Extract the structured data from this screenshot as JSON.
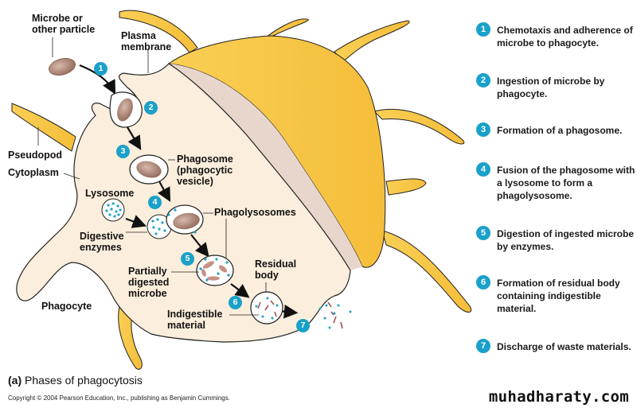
{
  "diagram": {
    "title_prefix": "(a)",
    "title": "Phases of phagocytosis",
    "labels": {
      "microbe": "Microbe or\nother particle",
      "plasma_membrane": "Plasma\nmembrane",
      "pseudopod": "Pseudopod",
      "cytoplasm": "Cytoplasm",
      "phagosome": "Phagosome\n(phagocytic\nvesicle)",
      "lysosome": "Lysosome",
      "phagolysosomes": "Phagolysosomes",
      "digestive_enzymes": "Digestive\nenzymes",
      "partially_digested": "Partially\ndigested\nmicrobe",
      "residual_body": "Residual\nbody",
      "indigestible": "Indigestible\nmaterial",
      "phagocyte": "Phagocyte"
    },
    "diagram_badges": [
      "1",
      "2",
      "3",
      "4",
      "5",
      "6",
      "7"
    ],
    "steps": [
      {
        "number": "1",
        "text": "Chemotaxis and adherence of microbe to phagocyte."
      },
      {
        "number": "2",
        "text": "Ingestion of microbe by phagocyte."
      },
      {
        "number": "3",
        "text": "Formation of a phagosome."
      },
      {
        "number": "4",
        "text": "Fusion of the phagosome with a lysosome to form a phagolysosome."
      },
      {
        "number": "5",
        "text": "Digestion of ingested microbe by enzymes."
      },
      {
        "number": "6",
        "text": "Formation of residual body containing indigestible material."
      },
      {
        "number": "7",
        "text": "Discharge of waste materials."
      }
    ],
    "colors": {
      "cytoplasm": "#fbeedc",
      "cell_surface": "#f7c546",
      "cut_face": "#e8d6cc",
      "badge": "#1aa1c9",
      "microbe": "#a57b6c",
      "enzyme_dot": "#1fa3c4"
    }
  },
  "footer": {
    "copyright": "Copyright © 2004 Pearson Education, Inc., publishing as Benjamin Cummings.",
    "watermark": "muhadharaty.com"
  }
}
